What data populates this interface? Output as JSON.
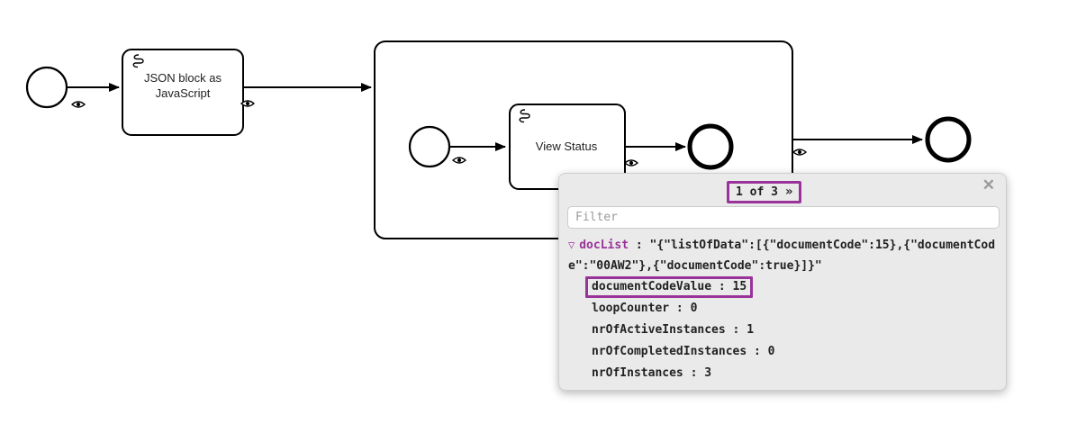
{
  "colors": {
    "accent_purple": "#993399",
    "diagram_stroke": "#000000",
    "popup_background": "#eaeaea"
  },
  "icons": {
    "eye": "outlined-eye-shape",
    "script_task": "scroll-shape",
    "close": "✕",
    "pagination_next": "»",
    "expander": "▽"
  },
  "diagram": {
    "tasks": [
      {
        "type": "script-task",
        "label_lines": [
          "JSON block as",
          "JavaScript"
        ]
      },
      {
        "type": "script-task",
        "label_lines": [
          "View Status"
        ]
      }
    ]
  },
  "popup": {
    "pagination": {
      "label": "1 of 3",
      "next_icon": "»"
    },
    "close_icon": "✕",
    "filter_placeholder": "Filter",
    "separator": " : ",
    "variables": [
      {
        "expander_icon": "▽",
        "name": "docList",
        "value": "\"{\"listOfData\":[{\"documentCode\":15},{\"documentCode\":\"00AW2\"},{\"documentCode\":true}]}\"",
        "expanded": true
      },
      {
        "name": "documentCodeValue",
        "value": "15",
        "highlighted": true
      },
      {
        "name": "loopCounter",
        "value": "0"
      },
      {
        "name": "nrOfActiveInstances",
        "value": "1"
      },
      {
        "name": "nrOfCompletedInstances",
        "value": "0"
      },
      {
        "name": "nrOfInstances",
        "value": "3"
      }
    ]
  }
}
